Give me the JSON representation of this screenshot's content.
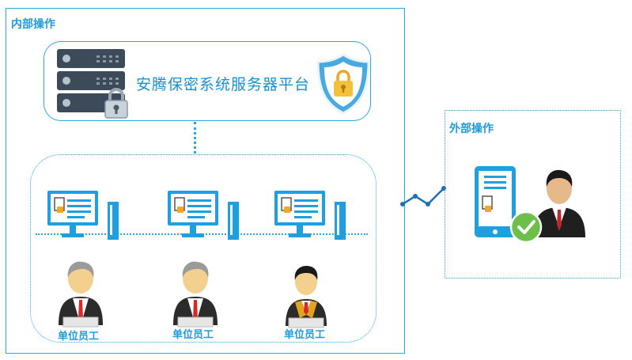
{
  "internal": {
    "title": "内部操作",
    "server_platform": "安腾保密系统服务器平台",
    "employees": [
      {
        "label": "单位员工"
      },
      {
        "label": "单位员工"
      },
      {
        "label": "单位员工"
      }
    ]
  },
  "external": {
    "title": "外部操作"
  },
  "colors": {
    "accent": "#29a9e1",
    "title": "#1f9bd7",
    "server_dark": "#3d4a5a",
    "shield": "#4aa9e0",
    "lock": "#f3c13a",
    "check": "#6cc04a"
  }
}
